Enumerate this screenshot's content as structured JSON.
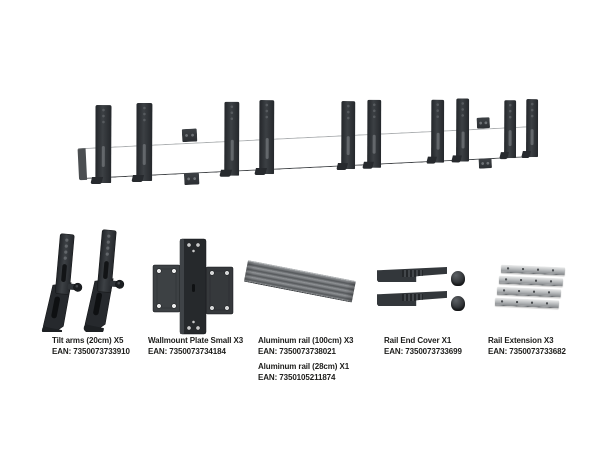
{
  "page": {
    "background": "#ffffff",
    "colors": {
      "metal_dark": "#2b2e32",
      "metal_gray": "#85888b",
      "metal_light": "#c0c3c5",
      "text": "#1d1d1b"
    }
  },
  "hero": {
    "description_name": "assembled-menu-board-rail",
    "bracket_pairs": 5,
    "wall_plates_visible": 2
  },
  "products": [
    {
      "id": "tilt-arms",
      "lines": [
        {
          "name": "Tilt arms (20cm) X5",
          "ean": "EAN: 7350073733910"
        }
      ]
    },
    {
      "id": "wallmount-plate-small",
      "lines": [
        {
          "name": "Wallmount Plate Small X3",
          "ean": "EAN: 7350073734184"
        }
      ]
    },
    {
      "id": "aluminum-rail",
      "lines": [
        {
          "name": "Aluminum rail (100cm) X3",
          "ean": "EAN: 7350073738021"
        },
        {
          "name": "Aluminum rail (28cm) X1",
          "ean": "EAN: 7350105211874"
        }
      ]
    },
    {
      "id": "rail-end-cover",
      "lines": [
        {
          "name": "Rail End Cover X1",
          "ean": "EAN: 7350073733699"
        }
      ]
    },
    {
      "id": "rail-extension",
      "lines": [
        {
          "name": "Rail Extension X3",
          "ean": "EAN: 7350073733682"
        }
      ]
    }
  ]
}
